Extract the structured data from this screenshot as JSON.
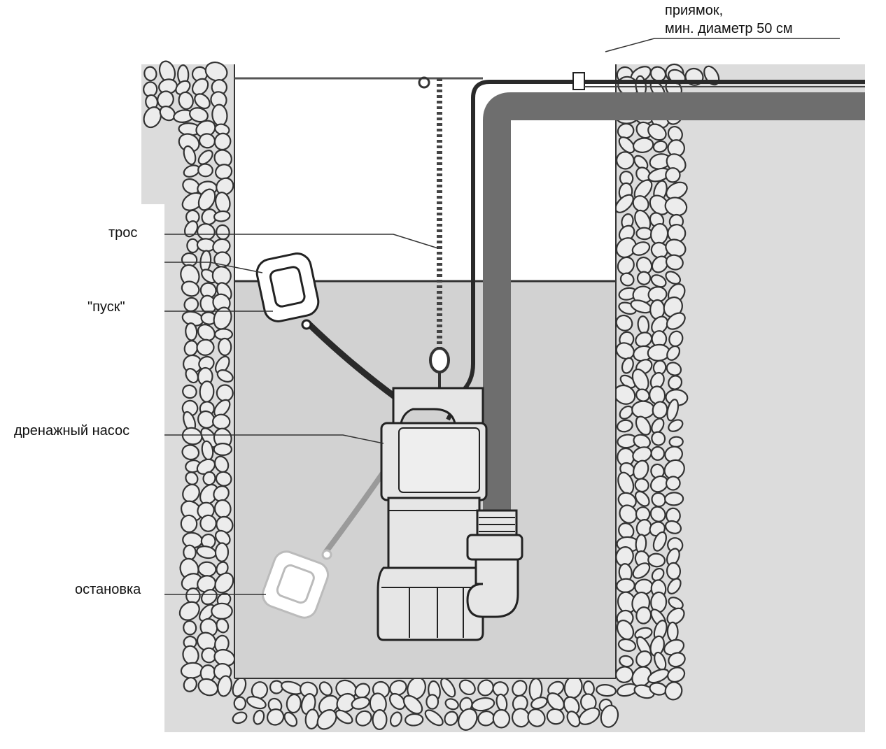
{
  "labels": {
    "sump_line1": "приямок,",
    "sump_line2": "мин. диаметр 50 см",
    "cable": "трос",
    "start": "\"пуск\"",
    "pump": "дренажный насос",
    "stop": "остановка"
  },
  "colors": {
    "soil": "#dcdcdc",
    "water": "#d2d2d2",
    "stone_fill": "#ececec",
    "stone_stroke": "#333333",
    "hose": "#6e6e6e",
    "pump_body": "#e6e6e6",
    "outline": "#222222"
  }
}
